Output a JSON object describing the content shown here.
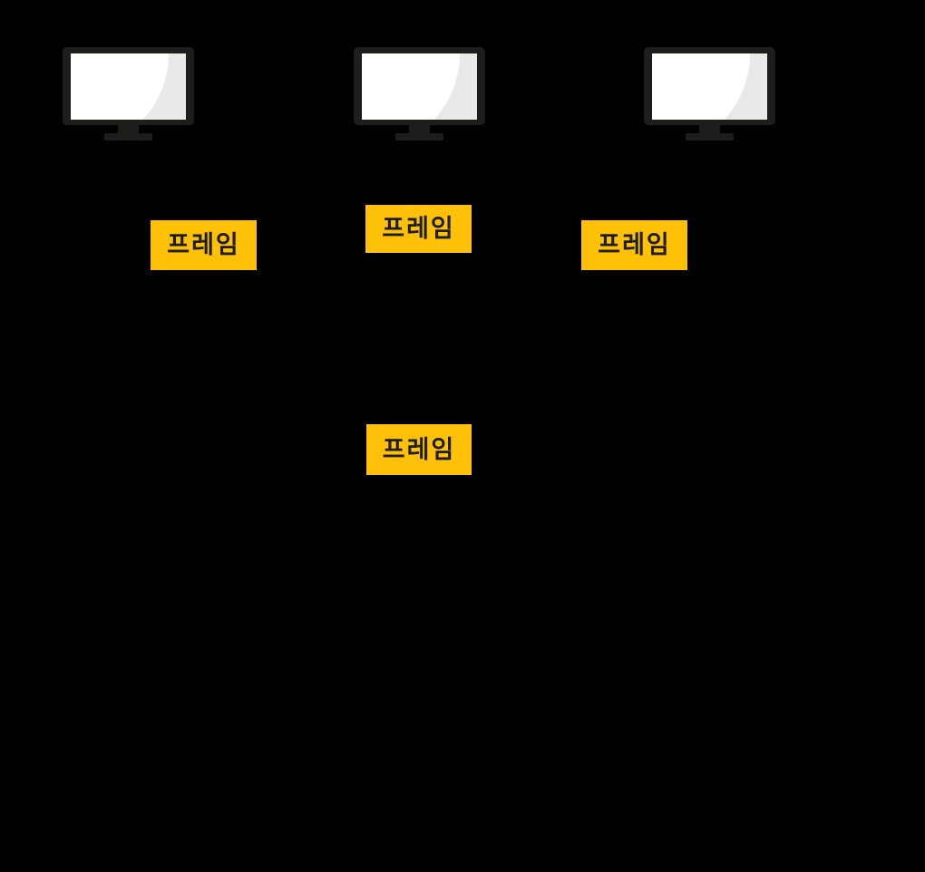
{
  "diagram": {
    "description": "frame-broadcast-network-diagram",
    "colors": {
      "background": "#000000",
      "frame_box_bg": "#ffc107",
      "frame_box_text": "#1d1d1b",
      "monitor_bezel": "#1d1d1b",
      "monitor_screen": "#ffffff",
      "monitor_screen_shade": "#e9e9e9"
    },
    "computers": [
      {
        "icon": "monitor-icon"
      },
      {
        "icon": "monitor-icon"
      },
      {
        "icon": "monitor-icon"
      }
    ],
    "frames": [
      {
        "label": "프레임"
      },
      {
        "label": "프레임"
      },
      {
        "label": "프레임"
      },
      {
        "label": "프레임"
      }
    ]
  }
}
